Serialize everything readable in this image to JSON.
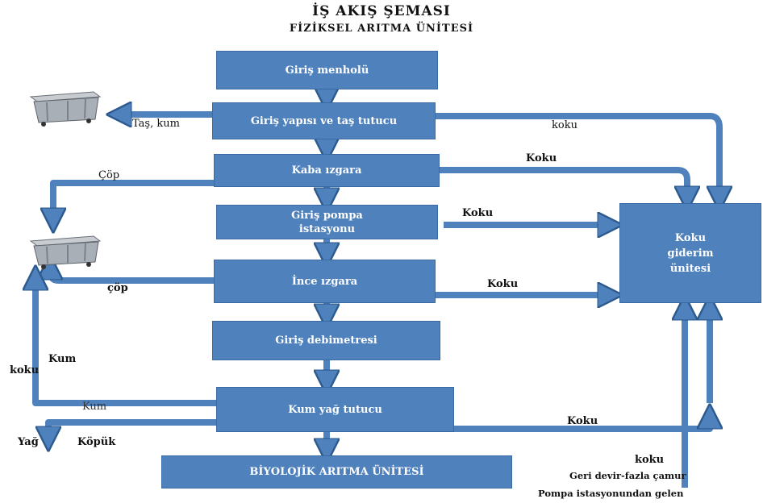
{
  "header": {
    "title": "İŞ AKIŞ ŞEMASI",
    "subtitle": "FİZİKSEL ARITMA ÜNİTESİ"
  },
  "boxes": {
    "giris_menholu": "Giriş  menholü",
    "giris_yapisi": "Giriş yapısı ve taş tutucu",
    "kaba_izgara": "Kaba ızgara",
    "giris_pompa": "Giriş pompa istasyonu",
    "ince_izgara": "İnce ızgara",
    "giris_debimetresi": "Giriş debimetresi",
    "kum_yag_tutucu": "Kum yağ tutucu",
    "biyolojik": "BİYOLOJİK ARITMA ÜNİTESİ",
    "koku_giderim": "Koku giderim ünitesi"
  },
  "labels": {
    "tas_kum": "Taş, kum",
    "koku_1": "koku",
    "koku_2": "Koku",
    "cop_1": "Çöp",
    "koku_3": "Koku",
    "cop_2": "çöp",
    "koku_4": "Koku",
    "kum_1": "Kum",
    "koku_5": "koku",
    "kum_2": "Kum",
    "koku_6": "Koku",
    "yag": "Yağ",
    "kopuk": "Köpük",
    "koku_7": "koku",
    "geri_devir": "Geri devir-fazla çamur",
    "pompa_gelen": "Pompa istasyonundan gelen"
  },
  "icons": {
    "bin_top": "waste-container-icon",
    "bin_middle": "waste-container-icon"
  },
  "colors": {
    "box_fill": "#4f81bd",
    "box_border": "#3a6aa3",
    "arrow": "#4f81bd",
    "arrow_outline": "#2c5a8f"
  }
}
